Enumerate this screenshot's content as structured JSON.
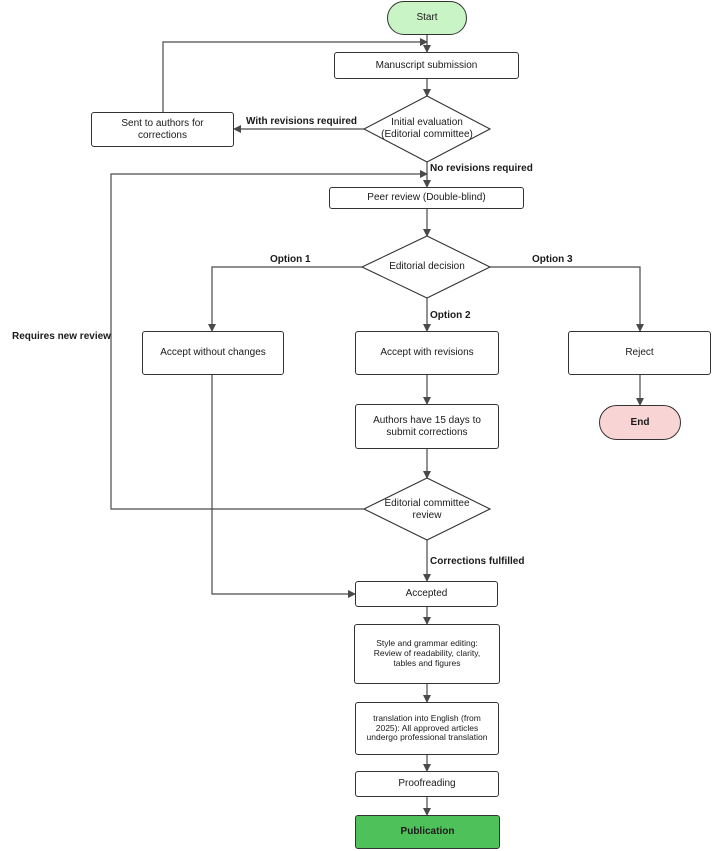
{
  "nodes": {
    "start": "Start",
    "submission": "Manuscript submission",
    "initial_eval": "Initial evaluation (Editorial committee)",
    "sent_authors": "Sent to authors for corrections",
    "peer_review": "Peer review (Double-blind)",
    "editorial_decision": "Editorial decision",
    "accept_no_changes": "Accept without changes",
    "accept_revisions": "Accept with revisions",
    "reject": "Reject",
    "end": "End",
    "authors_15_days": "Authors have 15 days to submit corrections",
    "committee_review": "Editorial committee review",
    "accepted": "Accepted",
    "style_editing": "Style and grammar editing: Review of readability, clarity, tables and figures",
    "translation": "translation into English (from 2025): All approved articles undergo professional translation",
    "proofreading": "Proofreading",
    "publication": "Publication"
  },
  "edge_labels": {
    "with_revisions": "With revisions required",
    "no_revisions": "No revisions required",
    "option1": "Option 1",
    "option2": "Option 2",
    "option3": "Option 3",
    "requires_new_review": "Requires new review",
    "corrections_fulfilled": "Corrections fulfilled"
  },
  "colors": {
    "start_fill": "#c9f4c6",
    "end_fill": "#f8d4d4",
    "publication_fill": "#4fc15b",
    "line": "#4a4a4a"
  }
}
